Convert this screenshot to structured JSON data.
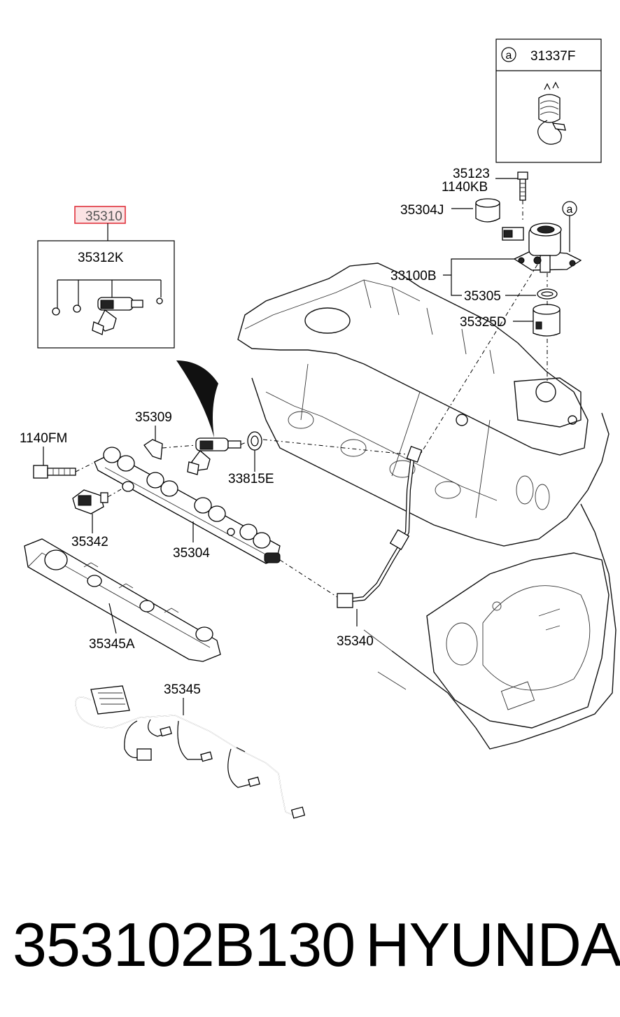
{
  "labels": {
    "l31337F": "31337F",
    "l35123": "35123",
    "l1140KB": "1140KB",
    "l35304J": "35304J",
    "l35310": "35310",
    "l35312K": "35312K",
    "l33100B": "33100B",
    "l35305": "35305",
    "l35325D": "35325D",
    "l35309": "35309",
    "l1140FM": "1140FM",
    "l33815E": "33815E",
    "l35342": "35342",
    "l35304": "35304",
    "l35345A": "35345A",
    "l35340": "35340",
    "l35345": "35345",
    "circleA1": "a",
    "circleA2": "a"
  },
  "caption": {
    "part_number": "353102B130",
    "brand": "HYUNDAI"
  },
  "colors": {
    "highlight": "#e0323c",
    "highlight_fill": "#fbe3e4"
  }
}
